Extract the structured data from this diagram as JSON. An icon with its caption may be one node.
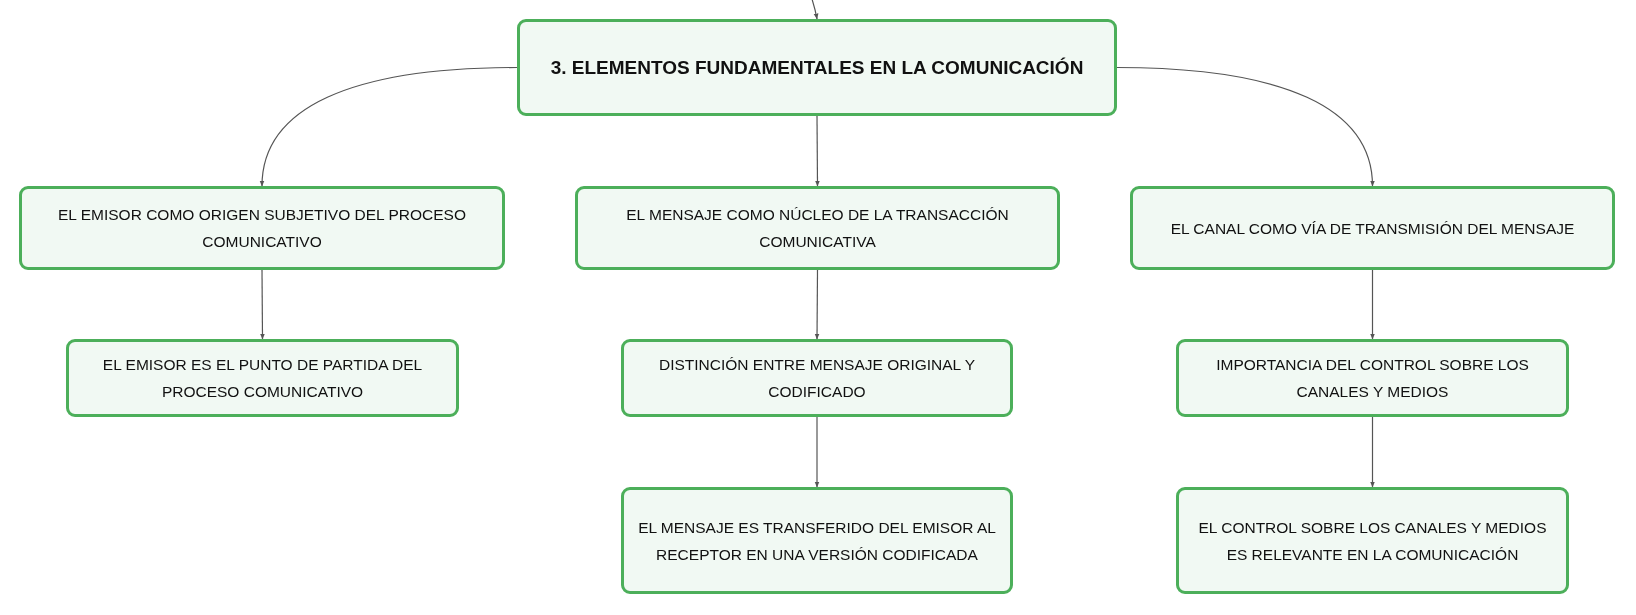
{
  "diagram": {
    "nodes": [
      {
        "text": [
          "3. ELEMENTOS FUNDAMENTALES EN LA COMUNICACIÓN"
        ]
      },
      {
        "text": [
          "EL EMISOR COMO ORIGEN SUBJETIVO DEL PROCESO COMUNICATIVO"
        ]
      },
      {
        "text": [
          "EL MENSAJE COMO NÚCLEO DE LA TRANSACCIÓN COMUNICATIVA"
        ]
      },
      {
        "text": [
          "EL CANAL COMO VÍA DE TRANSMISIÓN DEL MENSAJE"
        ]
      },
      {
        "text": [
          "EL EMISOR ES EL PUNTO DE PARTIDA DEL PROCESO COMUNICATIVO"
        ]
      },
      {
        "text": [
          "DISTINCIÓN ENTRE MENSAJE ORIGINAL Y CODIFICADO"
        ]
      },
      {
        "text": [
          "IMPORTANCIA DEL CONTROL SOBRE LOS CANALES Y MEDIOS"
        ]
      },
      {
        "text": [
          "EL MENSAJE ES TRANSFERIDO DEL EMISOR AL RECEPTOR EN UNA VERSIÓN CODIFICADA"
        ]
      },
      {
        "text": [
          "EL CONTROL SOBRE LOS CANALES Y MEDIOS ES RELEVANTE EN LA COMUNICACIÓN"
        ]
      }
    ],
    "edges": [
      {
        "from": null,
        "to": 0,
        "arrow": "to"
      },
      {
        "from": 0,
        "to": 1,
        "arrow": "to"
      },
      {
        "from": 0,
        "to": 2,
        "arrow": "to"
      },
      {
        "from": 0,
        "to": 3,
        "arrow": "to"
      },
      {
        "from": 1,
        "to": 4,
        "arrow": "to"
      },
      {
        "from": 2,
        "to": 5,
        "arrow": "to"
      },
      {
        "from": 3,
        "to": 6,
        "arrow": "to"
      },
      {
        "from": 5,
        "to": 7,
        "arrow": "to"
      },
      {
        "from": 6,
        "to": 8,
        "arrow": "to"
      }
    ]
  }
}
